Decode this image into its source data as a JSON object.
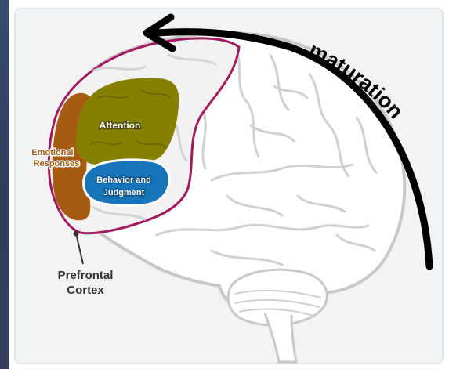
{
  "labels": {
    "attention": "Attention",
    "emotional_line1": "Emotional",
    "emotional_line2": "Responses",
    "behavior_line1": "Behavior and",
    "behavior_line2": "Judgment",
    "prefrontal_line1": "Prefrontal",
    "prefrontal_line2": "Cortex",
    "maturation": "maturation"
  },
  "colors": {
    "attention": "#858000",
    "emotional": "#a55c12",
    "behavior": "#1674b8",
    "prefrontal_outline": "#a3185f",
    "arrow": "#000000",
    "brain_line": "#c8c8c8"
  }
}
